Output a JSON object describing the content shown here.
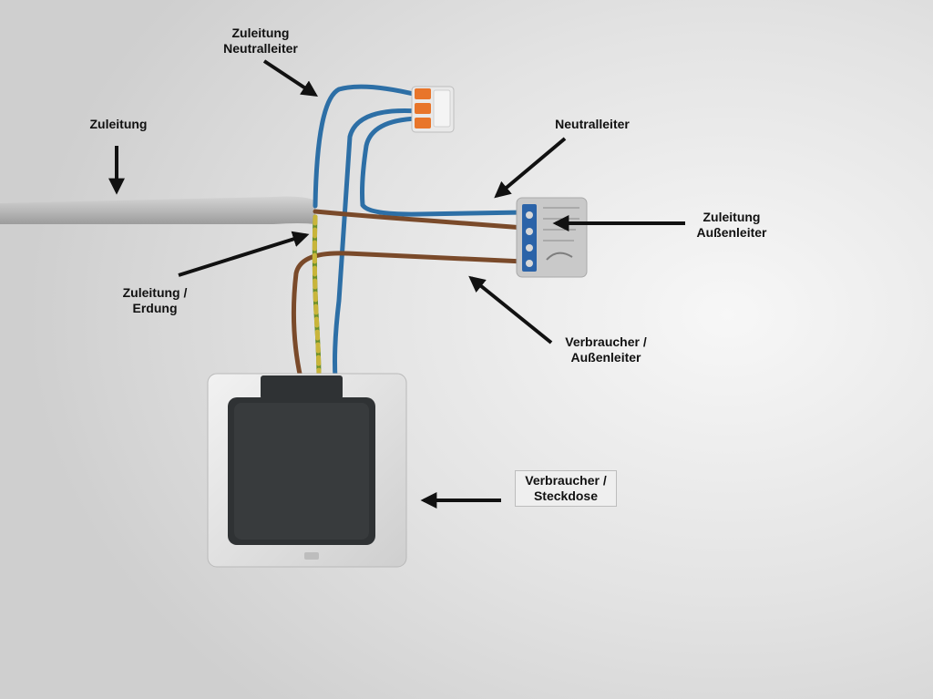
{
  "labels": {
    "zuleitung": "Zuleitung",
    "zuleitung_neutral": [
      "Zuleitung",
      "Neutralleiter"
    ],
    "neutralleiter": "Neutralleiter",
    "zuleitung_aussen": [
      "Zuleitung",
      "Außenleiter"
    ],
    "zuleitung_erdung": [
      "Zuleitung /",
      "Erdung"
    ],
    "verbraucher_aussen": [
      "Verbraucher /",
      "Außenleiter"
    ],
    "verbraucher_steckdose": [
      "Verbraucher /",
      "Steckdose"
    ]
  },
  "colors": {
    "wall": "#dcdcdc",
    "cable": "#bfbfbf",
    "wire_blue": "#2d6fa6",
    "wire_brown": "#7a4a2a",
    "wire_earth_green": "#6a8f2a",
    "wire_earth_yellow": "#c9b53a",
    "wago_orange": "#e8752a",
    "relay_body": "#c9c9c9",
    "socket_frame": "#e6e6e6",
    "socket_lid": "#2f3234",
    "arrow": "#111111"
  },
  "icons": [
    "arrow-icon"
  ]
}
